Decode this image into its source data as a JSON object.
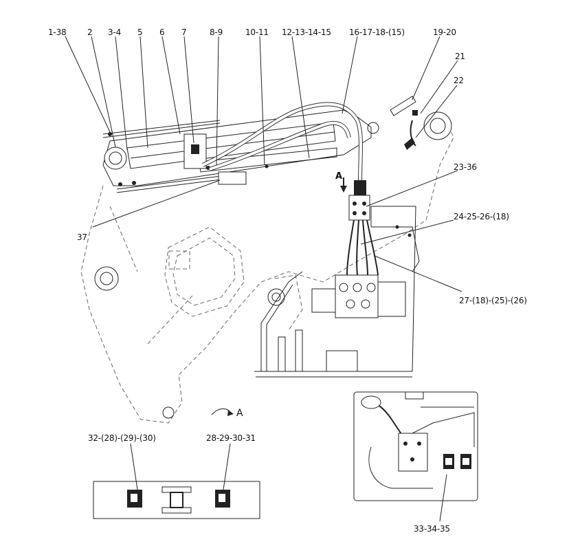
{
  "labels": {
    "l1": "1-38",
    "l2": "2",
    "l3": "3-4",
    "l4": "5",
    "l5": "6",
    "l6": "7",
    "l7": "8-9",
    "l8": "10-11",
    "l9": "12-13-14-15",
    "l10": "16-17-18-(15)",
    "l11": "19-20",
    "l12": "21",
    "l13": "22",
    "l14": "23-36",
    "l15": "24-25-26-(18)",
    "l16": "27-(18)-(25)-(26)",
    "l17": "37",
    "l18": "32-(28)-(29)-(30)",
    "l19": "28-29-30-31",
    "l20": "33-34-35"
  },
  "view_marks": {
    "arrow_a": "A",
    "view_a": "A"
  }
}
